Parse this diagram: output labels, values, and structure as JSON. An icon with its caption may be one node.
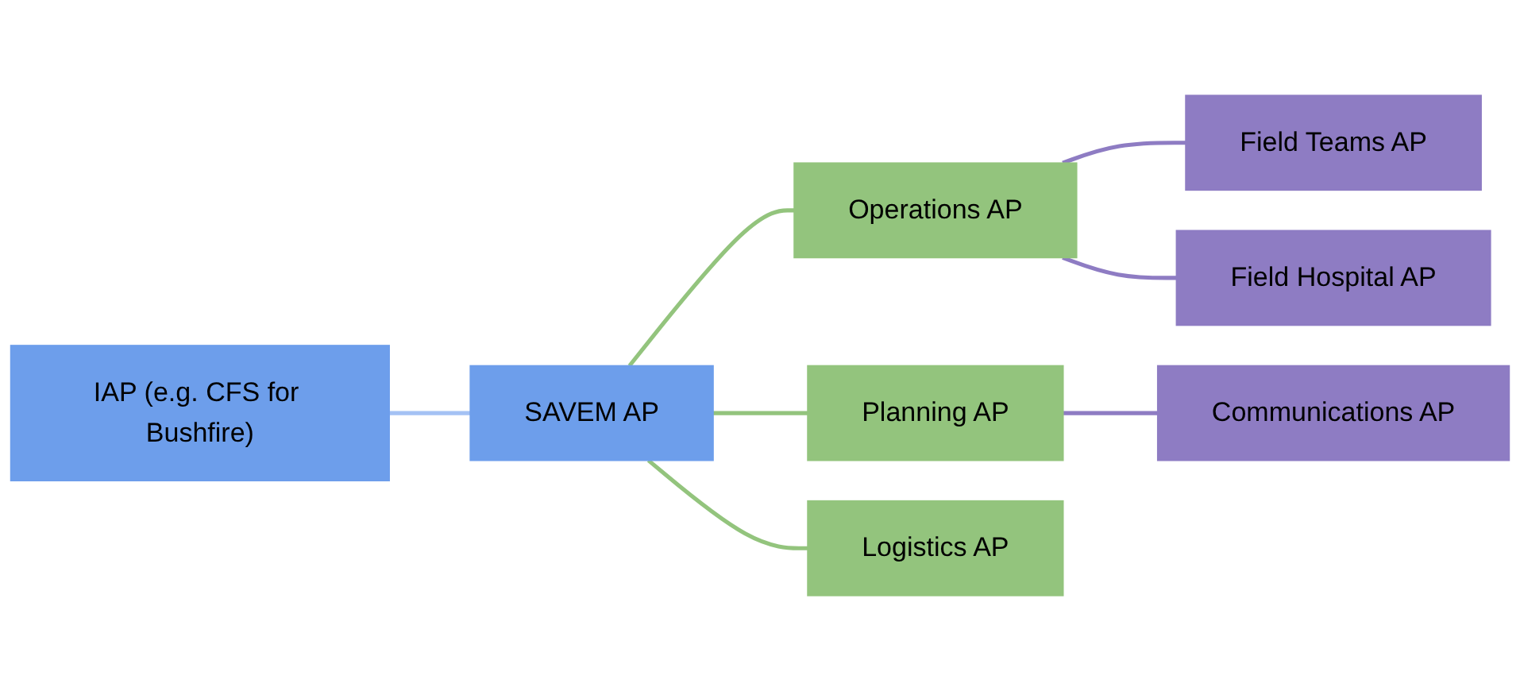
{
  "diagram": {
    "nodes": [
      {
        "text": [
          "IAP (e.g. CFS for Bushfire)"
        ]
      },
      {
        "text": [
          "SAVEM AP"
        ]
      },
      {
        "text": [
          "Operations AP"
        ]
      },
      {
        "text": [
          "Planning AP"
        ]
      },
      {
        "text": [
          "Logistics AP"
        ]
      },
      {
        "text": [
          "Field Teams AP"
        ]
      },
      {
        "text": [
          "Field Hospital AP"
        ]
      },
      {
        "text": [
          "Communications AP"
        ]
      }
    ],
    "edges": [
      {
        "from": 0,
        "to": 1,
        "arrow": "none",
        "color": "#a4c2f4"
      },
      {
        "from": 1,
        "to": 2,
        "arrow": "none",
        "color": "#93c47d"
      },
      {
        "from": 1,
        "to": 3,
        "arrow": "none",
        "color": "#93c47d"
      },
      {
        "from": 1,
        "to": 4,
        "arrow": "none",
        "color": "#93c47d"
      },
      {
        "from": 2,
        "to": 5,
        "arrow": "none",
        "color": "#8e7cc3"
      },
      {
        "from": 2,
        "to": 6,
        "arrow": "none",
        "color": "#8e7cc3"
      },
      {
        "from": 3,
        "to": 7,
        "arrow": "none",
        "color": "#8e7cc3"
      }
    ]
  }
}
